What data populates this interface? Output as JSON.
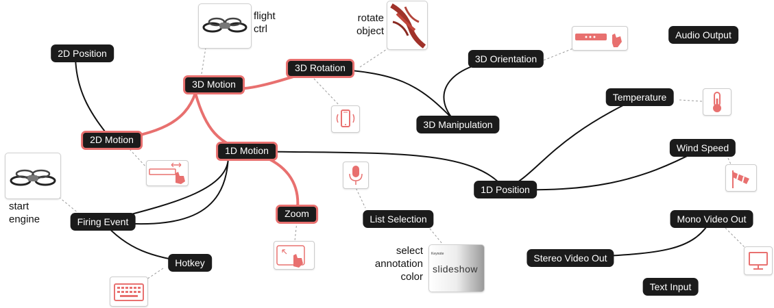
{
  "colors": {
    "node": "#1b1b1b",
    "node_text": "#ffffff",
    "highlight": "#e8706f",
    "edge": "#111111",
    "link": "#9a9a9a"
  },
  "nodes": {
    "2d_position": "2D Position",
    "3d_motion": "3D Motion",
    "3d_rotation": "3D Rotation",
    "3d_orientation": "3D Orientation",
    "audio_output": "Audio Output",
    "temperature": "Temperature",
    "3d_manipulation": "3D Manipulation",
    "2d_motion": "2D Motion",
    "1d_motion": "1D Motion",
    "wind_speed": "Wind Speed",
    "1d_position": "1D Position",
    "firing_event": "Firing Event",
    "zoom": "Zoom",
    "list_selection": "List Selection",
    "mono_video_out": "Mono Video Out",
    "stereo_video_out": "Stereo Video Out",
    "hotkey": "Hotkey",
    "text_input": "Text Input"
  },
  "captions": {
    "flight_ctrl": [
      "flight",
      "ctrl"
    ],
    "rotate_object": [
      "rotate",
      "object"
    ],
    "start_engine": [
      "start",
      "engine"
    ],
    "select_annotation_color": [
      "select",
      "annotation",
      "color"
    ]
  },
  "thumbnails": {
    "slideshow_app_name": "Keynote",
    "slideshow_text": "slideshow"
  },
  "icons": [
    "drone-icon",
    "lobster-icon",
    "kinect-hand-icon",
    "smartphone-icon",
    "thermometer-icon",
    "slider-touch-icon",
    "microphone-icon",
    "windsock-icon",
    "tablet-pinch-icon",
    "keyboard-icon",
    "monitor-icon"
  ]
}
